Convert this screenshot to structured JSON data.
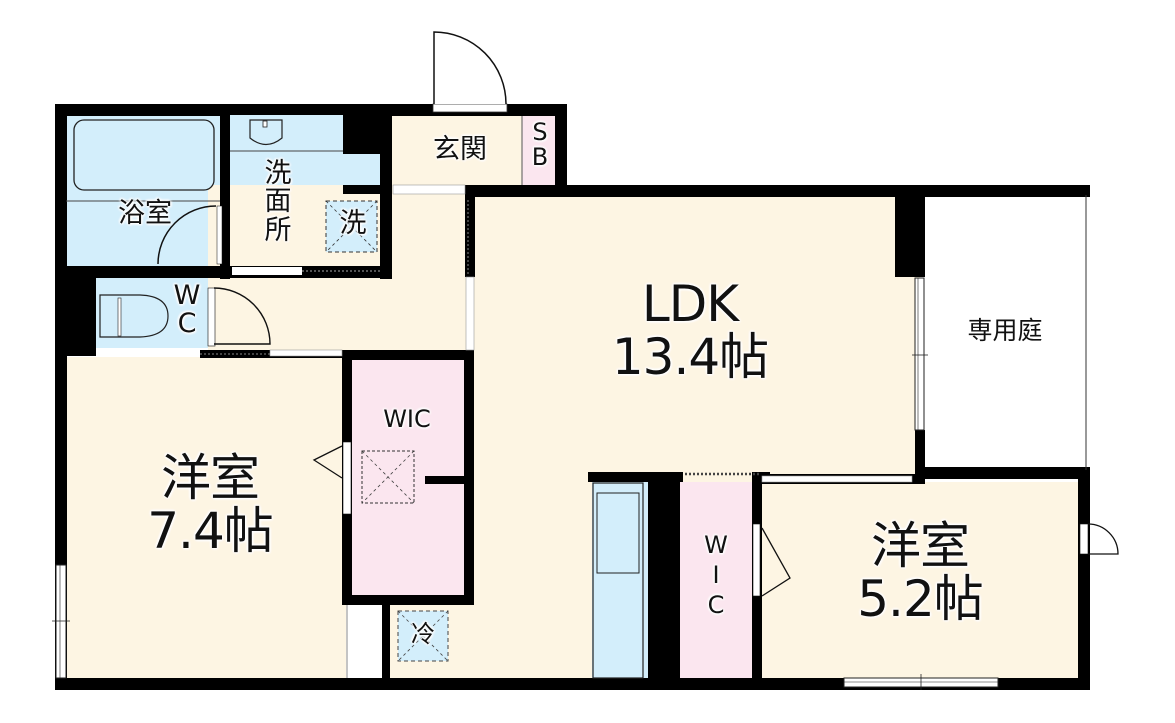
{
  "floor_plan": {
    "rooms": {
      "bathroom": {
        "label": "浴室"
      },
      "washroom": {
        "label_lines": [
          "洗",
          "面",
          "所"
        ],
        "washer_label": "洗"
      },
      "toilet": {
        "label_lines": [
          "W",
          "C"
        ]
      },
      "entrance": {
        "label": "玄関"
      },
      "shoe_box": {
        "label_lines": [
          "S",
          "B"
        ]
      },
      "ldk": {
        "name": "LDK",
        "size": "13.4帖"
      },
      "garden": {
        "label": "専用庭"
      },
      "western_room_1": {
        "name": "洋室",
        "size": "7.4帖"
      },
      "wic_1": {
        "label": "WIC"
      },
      "fridge": {
        "label": "冷"
      },
      "wic_2": {
        "label_lines": [
          "W",
          "I",
          "C"
        ]
      },
      "western_room_2": {
        "name": "洋室",
        "size": "5.2帖"
      }
    },
    "colors": {
      "floor": "#fdf5e3",
      "wet_area": "#d3eefb",
      "closet": "#fbe6ef",
      "wall": "#000000",
      "exterior": "#ffffff"
    }
  }
}
